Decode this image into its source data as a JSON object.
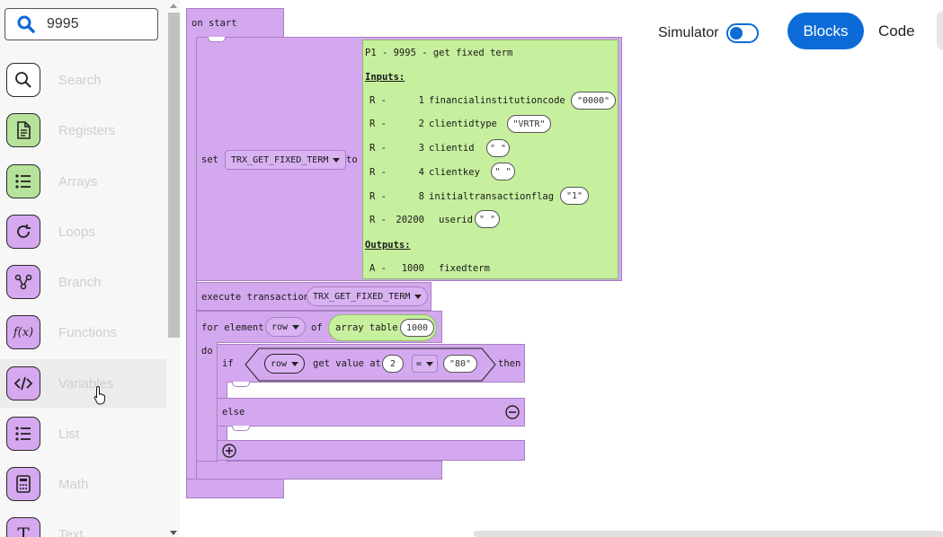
{
  "search": {
    "value": "9995"
  },
  "categories": [
    {
      "label": "Search",
      "icon": "search-icon"
    },
    {
      "label": "Registers",
      "icon": "document-icon"
    },
    {
      "label": "Arrays",
      "icon": "list-icon"
    },
    {
      "label": "Loops",
      "icon": "refresh-icon"
    },
    {
      "label": "Branch",
      "icon": "branch-icon"
    },
    {
      "label": "Functions",
      "icon": "function-icon"
    },
    {
      "label": "Variables",
      "icon": "code-icon"
    },
    {
      "label": "List",
      "icon": "list-icon"
    },
    {
      "label": "Math",
      "icon": "calculator-icon"
    },
    {
      "label": "Text",
      "icon": "text-icon"
    }
  ],
  "topbar": {
    "simulator_label": "Simulator",
    "tab_blocks": "Blocks",
    "tab_code": "Code"
  },
  "blocks": {
    "on_start": "on start",
    "set_label": "set",
    "set_var": "TRX_GET_FIXED_TERM",
    "to_label": "to",
    "transaction": {
      "title": "P1 - 9995 - get fixed term",
      "inputs_label": "Inputs:",
      "inputs": [
        {
          "prefix": "R -",
          "num": "1",
          "name": "financialinstitutioncode",
          "value": "\"0000\""
        },
        {
          "prefix": "R -",
          "num": "2",
          "name": "clientidtype",
          "value": "\"VRTR\""
        },
        {
          "prefix": "R -",
          "num": "3",
          "name": "clientid",
          "value": "\" \""
        },
        {
          "prefix": "R -",
          "num": "4",
          "name": "clientkey",
          "value": "\" \""
        },
        {
          "prefix": "R -",
          "num": "8",
          "name": "initialtransactionflag",
          "value": "\"1\""
        },
        {
          "prefix": "R -",
          "num": "20200",
          "name": "userid",
          "value": "\" \""
        }
      ],
      "outputs_label": "Outputs:",
      "outputs": [
        {
          "prefix": "A -",
          "num": "1000",
          "name": "fixedterm"
        }
      ]
    },
    "execute_label": "execute transaction",
    "execute_var": "TRX_GET_FIXED_TERM",
    "for_label": "for element",
    "for_var": "row",
    "of_label": "of",
    "array_table_label": "array table",
    "array_table_value": "1000",
    "do_label": "do",
    "if_label": "if",
    "if_var": "row",
    "get_value_label": "get value at",
    "get_value_index": "2",
    "operator": "=",
    "compare_value": "\"80\"",
    "then_label": "then",
    "else_label": "else"
  }
}
